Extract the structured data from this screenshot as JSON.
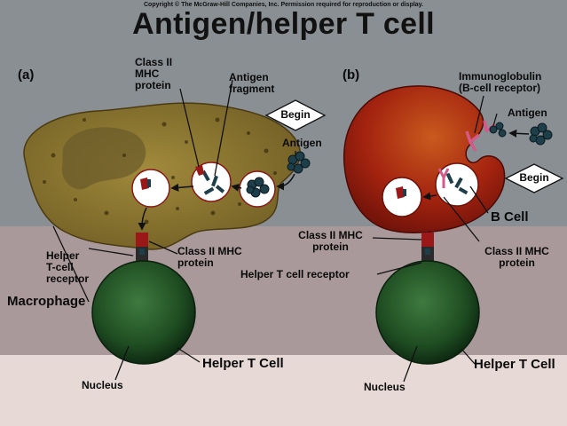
{
  "header": {
    "copyright": "Copyright © The McGraw-Hill Companies, Inc. Permission required for reproduction or display.",
    "title": "Antigen/helper T cell"
  },
  "panel_a": {
    "letter": "(a)",
    "class2_mhc_protein_top": "Class II\nMHC\nprotein",
    "antigen_fragment": "Antigen\nfragment",
    "begin": "Begin",
    "antigen": "Antigen",
    "helper_tcell_receptor": "Helper\nT-cell\nreceptor",
    "class2_mhc_protein_bottom": "Class II MHC\nprotein",
    "macrophage": "Macrophage",
    "helper_t_cell": "Helper T Cell",
    "nucleus": "Nucleus"
  },
  "panel_b": {
    "letter": "(b)",
    "immunoglobulin": "Immunoglobulin\n(B-cell receptor)",
    "antigen": "Antigen",
    "begin": "Begin",
    "b_cell": "B Cell",
    "class2_mhc_protein_left": "Class II MHC\nprotein",
    "class2_mhc_protein_right": "Class II MHC\nprotein",
    "helper_t_cell_receptor": "Helper T cell receptor",
    "helper_t_cell": "Helper T Cell",
    "nucleus": "Nucleus"
  },
  "colors": {
    "macrophage": "#8a7530",
    "b_cell": "#a8210e",
    "t_cell": "#1d4a1f",
    "mhc": "#9b1818"
  }
}
